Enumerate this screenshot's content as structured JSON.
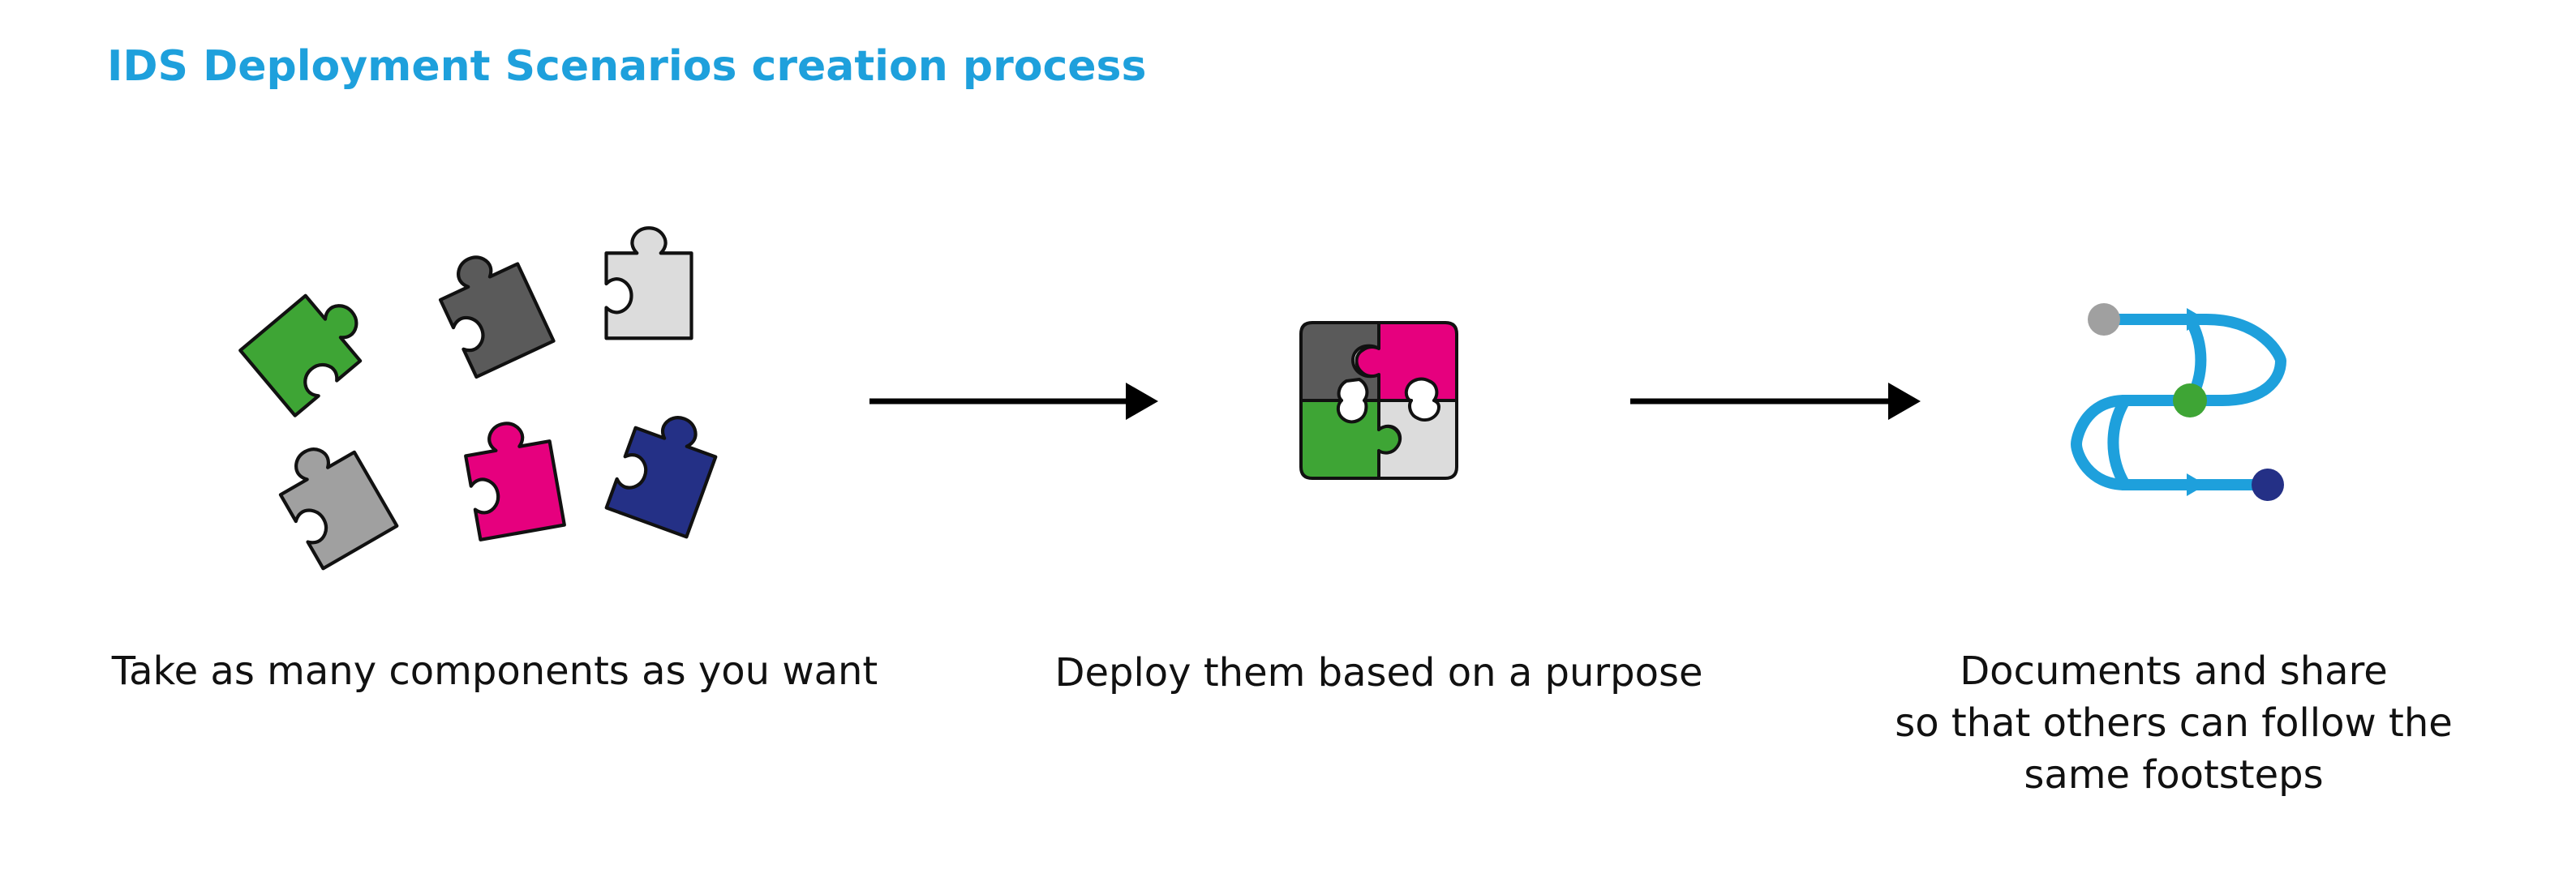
{
  "title": "IDS Deployment Scenarios creation process",
  "steps": [
    {
      "label": "Take as many components as you want"
    },
    {
      "label": "Deploy them based on a purpose"
    },
    {
      "lines": [
        "Documents and share",
        "so that others can follow the",
        "same footsteps"
      ]
    }
  ],
  "colors": {
    "title": "#1ea0dc",
    "green": "#3ea535",
    "dark_grey": "#5a5a5a",
    "light_grey": "#dcdcdc",
    "mid_grey": "#a0a0a0",
    "magenta": "#e6007e",
    "navy": "#243086",
    "path_blue": "#1ea0dc"
  },
  "icons": {
    "step1": "scattered-puzzle-pieces-icon",
    "step2": "assembled-puzzle-icon",
    "step3": "winding-path-icon",
    "connector": "arrow-right-icon"
  }
}
